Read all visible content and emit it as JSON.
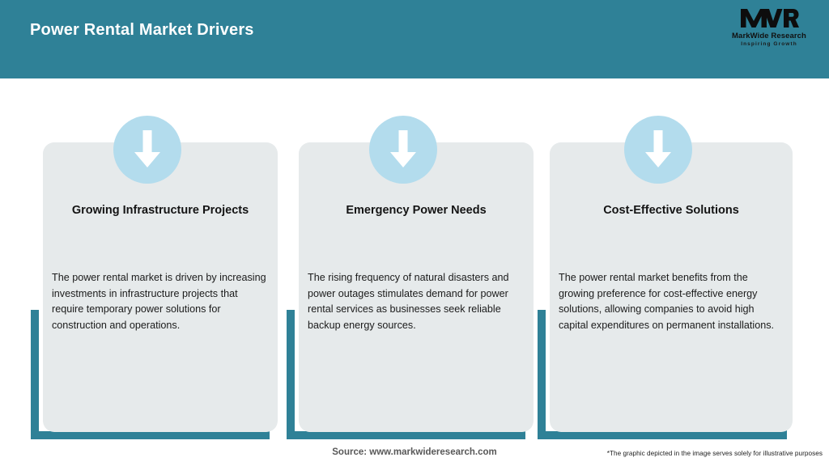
{
  "header": {
    "title": "Power Rental Market Drivers",
    "background_color": "#2f8197"
  },
  "logo": {
    "mark": "MWR",
    "name": "MarkWide Research",
    "tagline": "Inspiring Growth"
  },
  "theme": {
    "accent_teal": "#2f8197",
    "icon_circle_blue": "#b3dced",
    "card_gray": "#e6eaeb",
    "arrow_white": "#ffffff"
  },
  "cards": [
    {
      "icon": "down-arrow-icon",
      "title": "Growing Infrastructure Projects",
      "body": "The power rental market is driven by increasing investments in infrastructure projects that require temporary power solutions for construction and operations."
    },
    {
      "icon": "down-arrow-icon",
      "title": "Emergency Power Needs",
      "body": "The rising frequency of natural disasters and power outages stimulates demand for power rental services as businesses seek reliable backup energy sources."
    },
    {
      "icon": "down-arrow-icon",
      "title": "Cost-Effective Solutions",
      "body": "The power rental market benefits from the growing preference for cost-effective energy solutions, allowing companies to avoid high capital expenditures on permanent installations."
    }
  ],
  "footer": {
    "source": "Source: www.markwideresearch.com",
    "disclaimer": "*The graphic depicted in the image serves solely for illustrative purposes"
  }
}
